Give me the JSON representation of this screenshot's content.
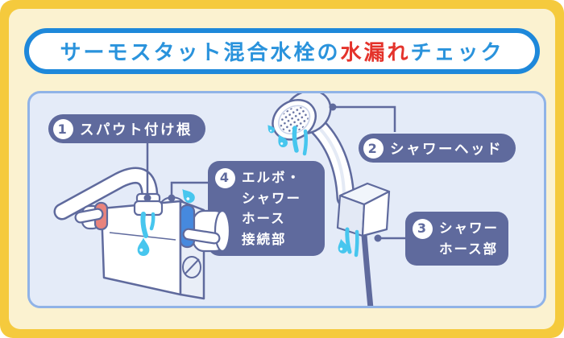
{
  "title": {
    "part1": "サーモスタット混合水栓の",
    "highlight": "水漏れ",
    "part2": "チェック"
  },
  "callouts": [
    {
      "num": "1",
      "text": "スパウト付け根"
    },
    {
      "num": "2",
      "text": "シャワーヘッド"
    },
    {
      "num": "3",
      "lines": [
        "シャワー",
        "ホース部"
      ]
    },
    {
      "num": "4",
      "lines": [
        "エルボ・",
        "シャワー",
        "ホース",
        "接続部"
      ]
    }
  ],
  "colors": {
    "frame_yellow": "#F5CA3D",
    "inner_cream": "#FBF2D0",
    "banner_border_blue": "#1E88DA",
    "title_blue": "#2A93DC",
    "title_red": "#E4332B",
    "panel_fill": "#E4EBF8",
    "panel_border": "#90B3E7",
    "callout_slate": "#5F6A9D",
    "water_cyan": "#47C6EE",
    "hot_ring_red": "#E8837C",
    "cold_ring_blue": "#4689DE"
  }
}
